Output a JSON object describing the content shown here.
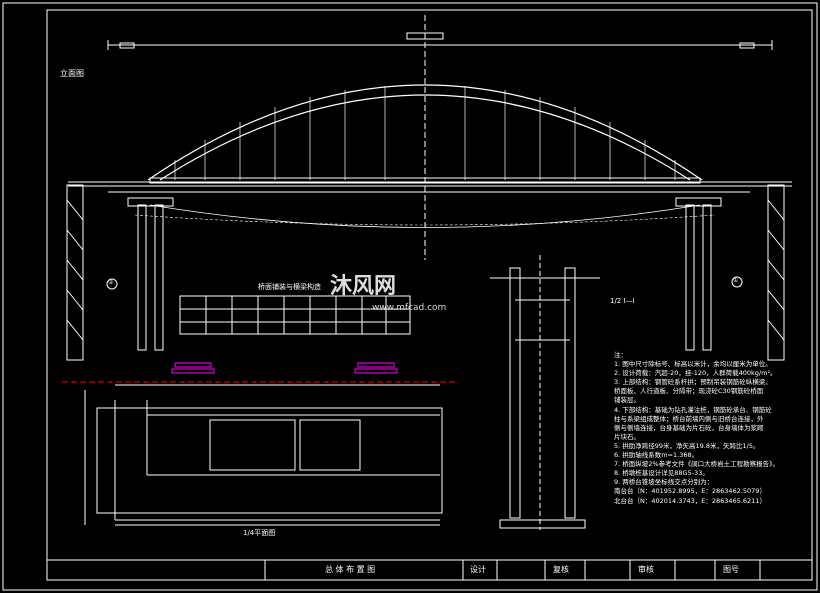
{
  "drawing": {
    "elevation_label": "立面图",
    "deck_section_label": "桥面铺装与横梁构造",
    "half_plan_label": "1/4平面图",
    "section_label": "1/2 Ⅰ—Ⅰ",
    "pier_left_tag": "②",
    "pier_right_tag": "①"
  },
  "notes": {
    "items": [
      "注：",
      "1. 图中尺寸除标号、标高以米计，余均以厘米为单位。",
      "2. 设计荷载：汽超-20，挂-120，人群荷载400kg/m²。",
      "3. 上部结构：钢管砼系杆拱；预制吊装钢筋砼纵横梁、",
      "   桥面板、人行道板、分隔带；现浇砼C30钢筋砼桥面",
      "   铺装层。",
      "4. 下部结构：基础为钻孔灌注桩，钢筋砼承台、钢筋砼",
      "   柱与系梁组成整体；桥台前墙内侧与旧桥台连接，外",
      "   侧与侧墙连接，台身基础为片石砼，台身墙体为浆砌",
      "   片块石。",
      "5. 拱肋净跨径99米，净矢高19.8米，矢跨比1/5。",
      "6. 拱肋轴线系数m=1.368。",
      "7. 桥面纵坡2%参考文件《阔口大桥岩土工程勘察报告》。",
      "8. 桥墩桩基设计详见88G5-33。",
      "9. 两桥台锥坡坐标线交点分别为：",
      "   南台台（N：401952.8995，E：2863462.5079）",
      "   北台台（N：402014.3743，E：2863465.6211）"
    ]
  },
  "title_block": {
    "title": "总 体 布 置 图",
    "design_label": "设计",
    "check_label": "复核",
    "review_label": "审核",
    "drawing_no_label": "图号"
  },
  "watermark": {
    "brand": "沐风网",
    "url": "www.mfcad.com"
  },
  "colors": {
    "background": "#000000",
    "line": "#ffffff",
    "accent_magenta": "#ff00ff",
    "accent_red": "#ff0000"
  }
}
